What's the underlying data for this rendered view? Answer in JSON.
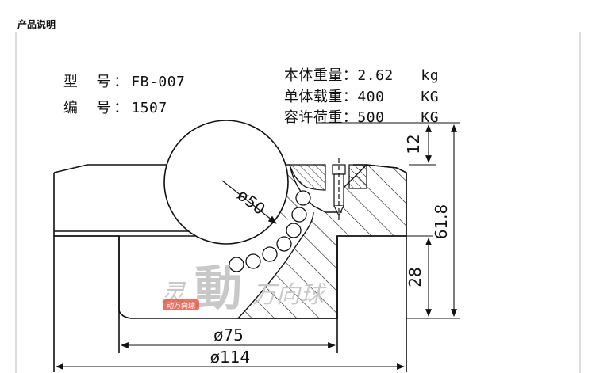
{
  "header": {
    "title": "产品说明"
  },
  "specs_left": [
    {
      "label": "型  号：",
      "value": "FB-007"
    },
    {
      "label": "编  号：",
      "value": "1507"
    }
  ],
  "specs_right": [
    {
      "label": "本体重量：",
      "value": "2.62",
      "unit": "kg"
    },
    {
      "label": "单体载重：",
      "value": "400",
      "unit": "KG"
    },
    {
      "label": "容许荷重：",
      "value": "500",
      "unit": "KG"
    }
  ],
  "dimensions": {
    "ball_dia": "ø50",
    "inner_dia": "ø75",
    "outer_dia": "ø114",
    "ball_protrusion": "12",
    "total_height": "61.8",
    "base_height": "28"
  },
  "watermark": {
    "text": "灵動万向球",
    "badge": "动万向球"
  },
  "colors": {
    "line": "#111111",
    "watermark": "#c8c8c8",
    "badge": "#e25a4a"
  }
}
